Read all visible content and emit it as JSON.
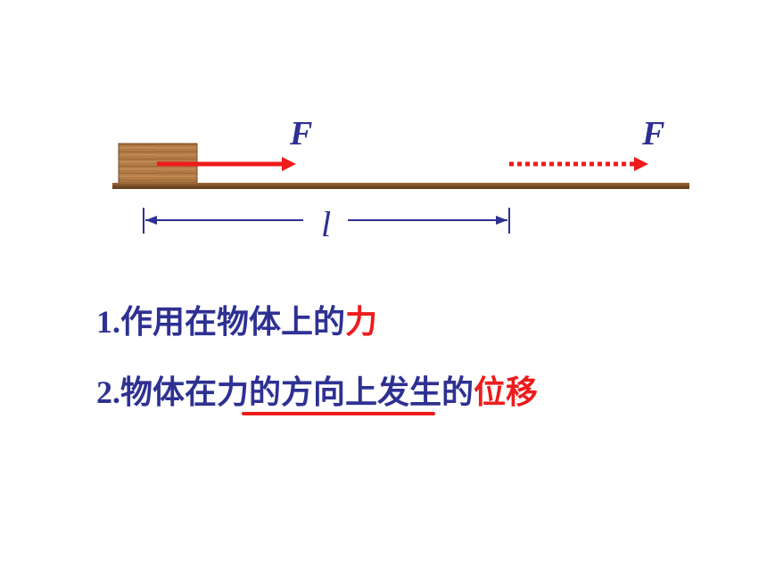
{
  "diagram": {
    "force_label_left": "F",
    "force_label_right": "F",
    "displacement_label": "l"
  },
  "text": {
    "line1": {
      "number": "1.",
      "text": "作用在物体上的",
      "emphasis": "力"
    },
    "line2": {
      "number": "2.",
      "text_before": "物体在",
      "underlined": "力的方向上",
      "text_after": "发生的",
      "emphasis": "位移"
    }
  },
  "colors": {
    "text": "#2e3192",
    "emphasis": "#ee1c1c",
    "arrow": "#ee1c1c",
    "measure": "#2e3192",
    "board": "#8b5a2b",
    "block": "#b07a45"
  }
}
